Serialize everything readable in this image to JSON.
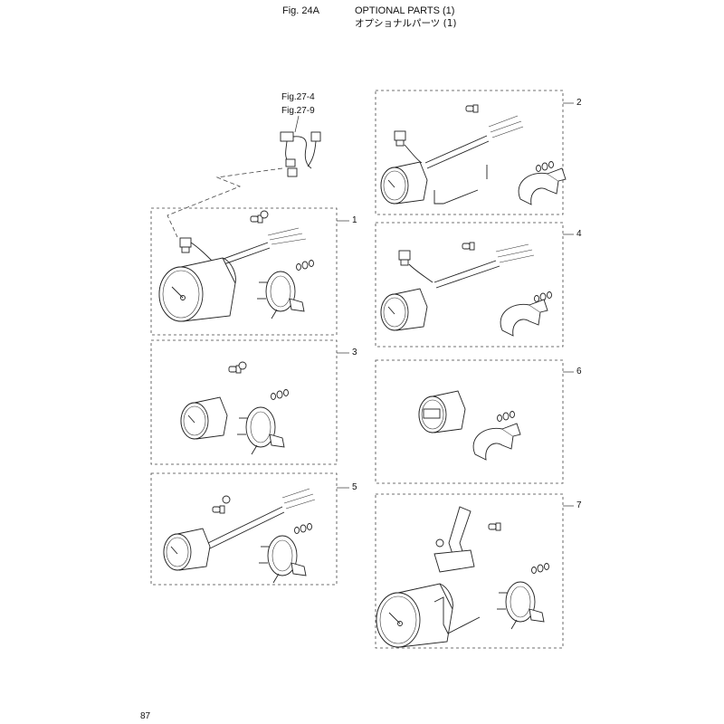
{
  "header": {
    "fig_no": "Fig. 24A",
    "title_en": "OPTIONAL PARTS (1)",
    "title_jp": "オプショナルパーツ (1)"
  },
  "references": [
    "Fig.27-4",
    "Fig.27-9"
  ],
  "callouts": [
    "1",
    "2",
    "3",
    "4",
    "5",
    "6",
    "7"
  ],
  "page_number": "87",
  "icons": {
    "tachometer": "gauge-icon",
    "speedometer": "gauge-icon",
    "hour_meter": "hour-meter-icon",
    "harness": "wire-harness-icon",
    "bulb": "bulb-icon",
    "bracket": "bracket-icon"
  }
}
